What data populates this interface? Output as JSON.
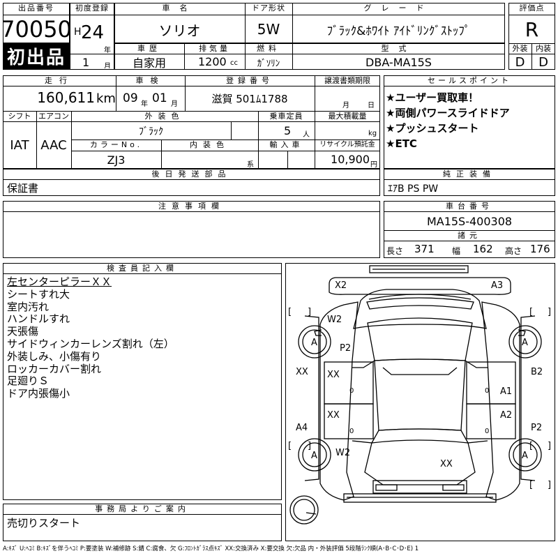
{
  "header": {
    "listing_number_label": "出品番号",
    "listing_number": "70050",
    "first_listing_badge": "初出品",
    "first_registration_label": "初度登録",
    "era": "H",
    "year": "24",
    "year_unit": "年",
    "month": "1",
    "month_unit": "月",
    "car_name_label": "車名",
    "car_name": "ソリオ",
    "door_label": "ドア形状",
    "door": "5W",
    "grade_label": "グレード",
    "grade": "ﾌﾞﾗｯｸ&ﾎﾜｲﾄ ｱｲﾄﾞﾘﾝｸﾞｽﾄｯﾌﾟ",
    "rating_label": "評価点",
    "rating": "R",
    "history_label": "車歴",
    "history": "自家用",
    "displacement_label": "排気量",
    "displacement": "1200",
    "displacement_unit": "cc",
    "fuel_label": "燃料",
    "fuel": "ｶﾞｿﾘﾝ",
    "model_label": "型式",
    "model": "DBA-MA15S",
    "exterior_label": "外装",
    "exterior_grade": "D",
    "interior_label": "内装",
    "interior_grade": "D"
  },
  "mid": {
    "mileage_label": "走行",
    "mileage": "160,611",
    "mileage_unit": "km",
    "inspection_label": "車検",
    "inspection_year": "09",
    "inspection_year_unit": "年",
    "inspection_month": "01",
    "inspection_month_unit": "月",
    "registration_label": "登録番号",
    "registration": "滋賀 501ﾑ1788",
    "transfer_label": "譲渡書類期限",
    "transfer_month_unit": "月",
    "transfer_day_unit": "日",
    "shift_label": "シフト",
    "shift": "IAT",
    "aircon_label": "エアコン",
    "aircon": "AAC",
    "ext_color_label": "外装色",
    "ext_color": "ﾌﾞﾗｯｸ",
    "capacity_label": "乗車定員",
    "capacity": "5",
    "capacity_unit": "人",
    "max_load_label": "最大積載量",
    "max_load_unit": "kg",
    "color_no_label": "カラーNo.",
    "color_no": "ZJ3",
    "int_color_label": "内装色",
    "int_color_unit": "系",
    "import_label": "輸入車",
    "recycle_label": "リサイクル預託金",
    "recycle": "10,900",
    "recycle_unit": "円"
  },
  "sales_points": {
    "label": "セールスポイント",
    "items": [
      "★ユーザー買取車！",
      "★両側パワースライドドア",
      "★プッシュスタート",
      "★ETC"
    ]
  },
  "later_parts": {
    "label": "後日発送部品",
    "value": "保証書"
  },
  "genuine_equipment": {
    "label": "純正装備",
    "value": "ｴｱB PS PW"
  },
  "caution": {
    "label": "注意事項欄"
  },
  "chassis": {
    "label": "車台番号",
    "value": "MA15S-400308",
    "specs_label": "諸元",
    "length_label": "長さ",
    "length": "371",
    "width_label": "幅",
    "width": "162",
    "height_label": "高さ",
    "height": "176"
  },
  "inspector": {
    "label": "検査員記入欄",
    "lines": [
      "左センターピラーＸＸ",
      "シートすれ大",
      "室内汚れ",
      "ハンドルすれ",
      "天張傷",
      "サイドウィンカーレンズ割れ（左）",
      "外装しみ、小傷有り",
      "ロッカーカバー割れ",
      "足廻りＳ",
      "ドア内張傷小"
    ]
  },
  "office": {
    "label": "事務局よりご案内",
    "value": "売切りスタート"
  },
  "diagram": {
    "marks": {
      "front_left": "X2",
      "front_right": "A3",
      "w2_top": "W2",
      "wheel_a": "A",
      "p2_left": "P2",
      "xx": "XX",
      "b2": "B2",
      "a1": "A1",
      "a2": "A2",
      "a4": "A4",
      "p2_right": "P2",
      "w2_bottom": "W2",
      "zero": "0",
      "bracket_open": "[",
      "bracket_close": "]"
    }
  },
  "legend": "A:ｷｽﾞ U:ﾍｺﾐ B:ｷｽﾞを伴うﾍｺﾐ P:要塗装 W:補修跡 S:錆 C:腐食、欠 G:ﾌﾛﾝﾄｶﾞﾗｽ点ｷｽﾞ XX:交換済み X:要交換 欠:欠品 内・外装評価 5段階ﾗﾝｸ順(A･B･C･D･E) 1"
}
